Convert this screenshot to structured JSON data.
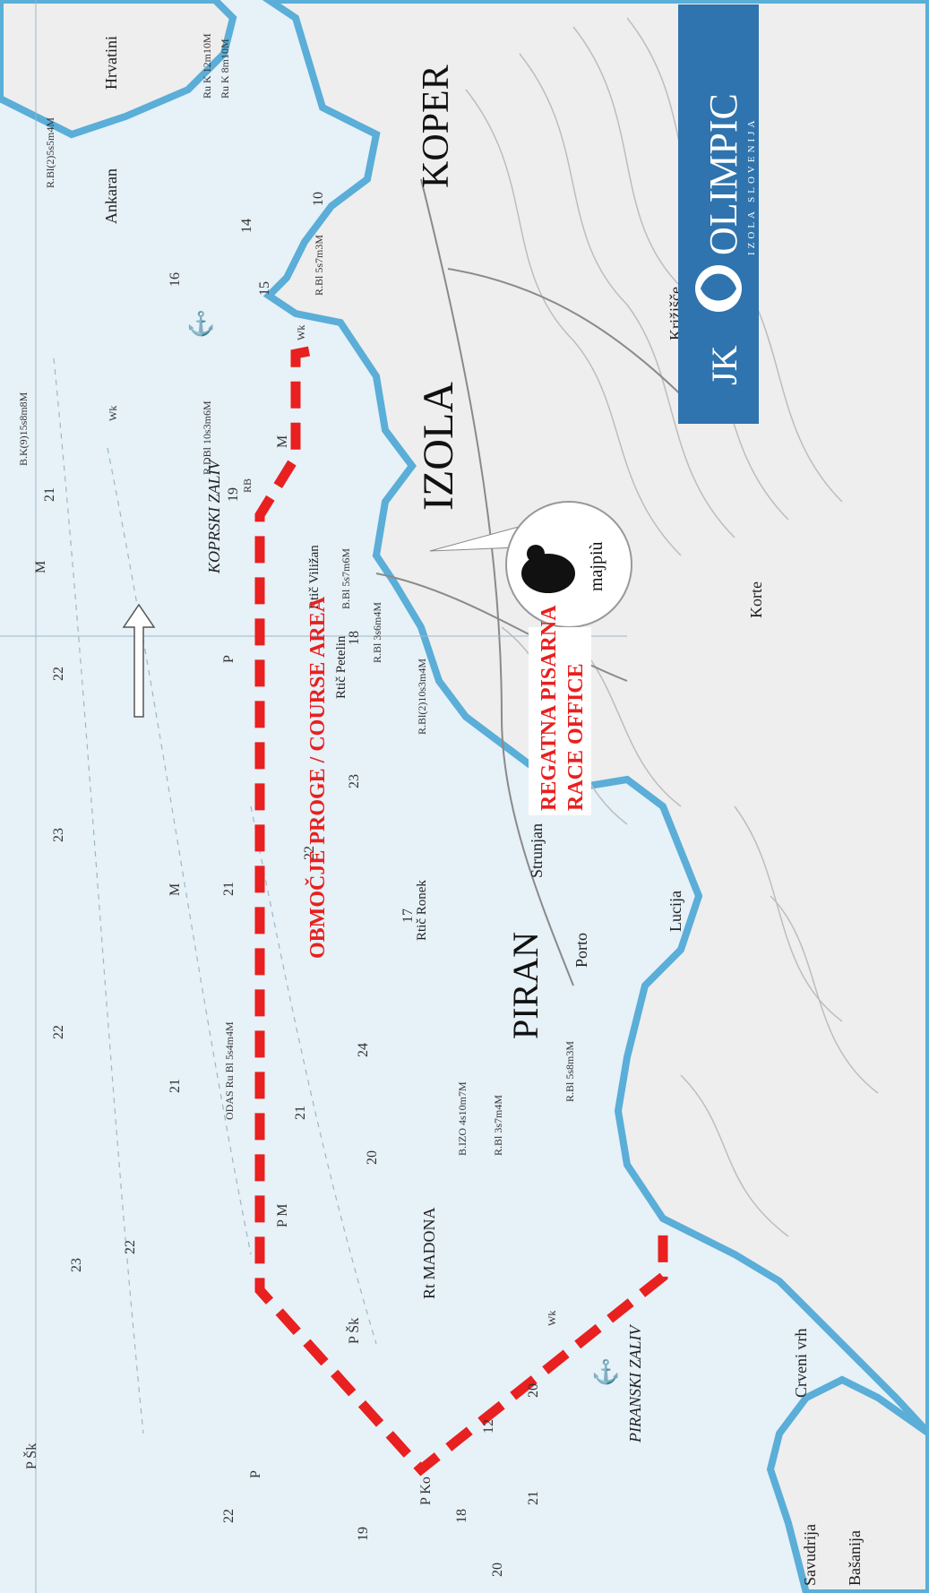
{
  "colors": {
    "sea": "#e6f1f8",
    "coast": "#5aaed8",
    "land": "#eeeeee",
    "course": "#e8201f",
    "logo_bg": "#2f74ae"
  },
  "logo": {
    "initials": "JK",
    "name": "OLIMPIC",
    "tagline": "IZOLA SLOVENIJA"
  },
  "course_area_label": "OBMOČJE PROGE / COURSE AREA",
  "race_office": {
    "line1": "REGATNA PISARNA",
    "line2": "RACE OFFICE",
    "brand": "majpiù"
  },
  "towns": {
    "koper": "KOPER",
    "izola": "IZOLA",
    "piran": "PIRAN",
    "hrvatini": "Hrvatini",
    "ankaran": "Ankaran",
    "portoroz": "Porto",
    "lucija": "Lucija",
    "strunjan": "Strunjan",
    "korte": "Korte",
    "krizisce": "Križišče",
    "savudrija": "Savudrija",
    "basanija": "Bašanija",
    "crveni_vrh": "Crveni vrh"
  },
  "capes": {
    "madona": "Rt MADONA",
    "ronek": "Rtič Ronek",
    "petelin": "Rtič Petelin",
    "viliza": "Rtič Viližan"
  },
  "bays": {
    "koprski": "KOPRSKI ZALIV",
    "piranski": "PIRANSKI ZALIV"
  },
  "depths": [
    "21",
    "22",
    "23",
    "22",
    "21",
    "22",
    "23",
    "21",
    "22",
    "20",
    "19",
    "18",
    "17",
    "16",
    "15",
    "14",
    "12",
    "10",
    "24",
    "23",
    "21",
    "20",
    "19",
    "18",
    "22",
    "21",
    "20",
    "M",
    "M",
    "M",
    "P",
    "P",
    "P Šk",
    "P Šk",
    "P Ko",
    "P M"
  ],
  "light_labels": [
    "R.Bl(2)5s5m4M",
    "B.K(9)15s8m8M",
    "R.DBl 10s3m6M",
    "R.Bl 5s7m3M",
    "B.Bl 5s7m6M",
    "R.Bl 3s6m4M",
    "R.Bl(2)10s3m4M",
    "B.IZO 4s10m7M",
    "R.Bl 3s7m4M",
    "ODAS Ru Bl 5s4m4M",
    "R.Bl 5s8m3M",
    "Ru K 12m10M",
    "Ru K 8m10M",
    "RB",
    "Wk",
    "Wk",
    "Wk"
  ]
}
